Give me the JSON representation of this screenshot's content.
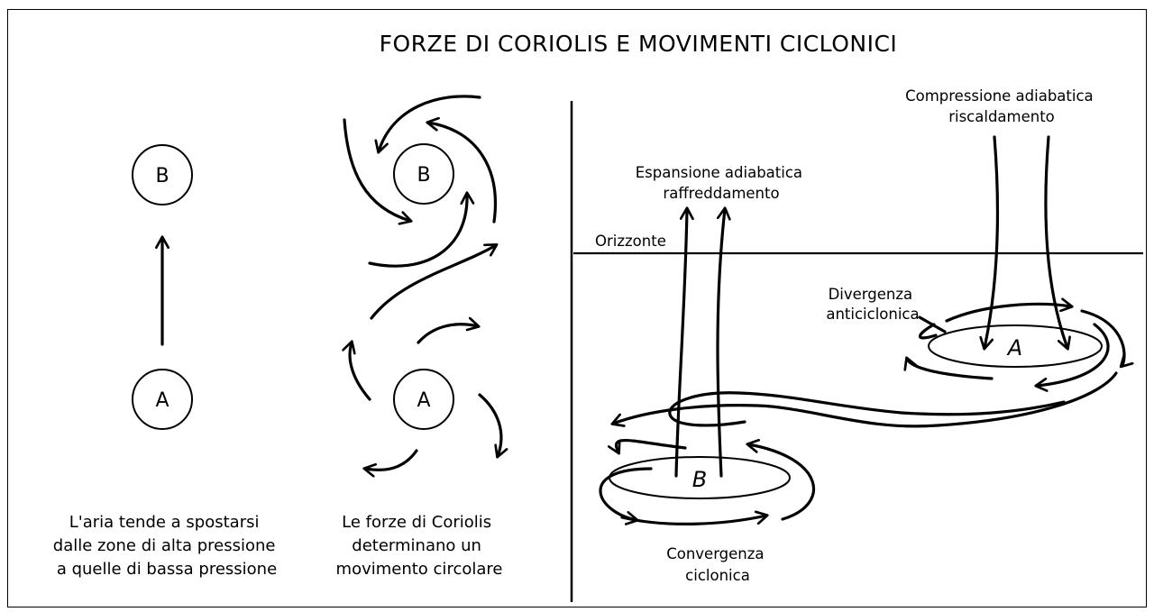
{
  "diagram": {
    "title": "FORZE DI CORIOLIS E MOVIMENTI CICLONICI",
    "panel_left": {
      "high_label": "A",
      "low_label": "B",
      "caption_lines": [
        "L'aria tende a spostarsi",
        "dalle zone di alta pressione",
        "a quelle di bassa pressione"
      ]
    },
    "panel_middle": {
      "high_label": "A",
      "low_label": "B",
      "caption_lines": [
        "Le forze di Coriolis",
        "determinano un",
        "movimento circolare"
      ]
    },
    "panel_right": {
      "horizon_label": "Orizzonte",
      "expansion_lines": [
        "Espansione adiabatica",
        "raffreddamento"
      ],
      "compression_lines": [
        "Compressione adiabatica",
        "riscaldamento"
      ],
      "divergence_lines": [
        "Divergenza",
        "anticiclonica"
      ],
      "convergence_lines": [
        "Convergenza",
        "ciclonica"
      ],
      "low_label": "B",
      "high_label": "A"
    }
  }
}
